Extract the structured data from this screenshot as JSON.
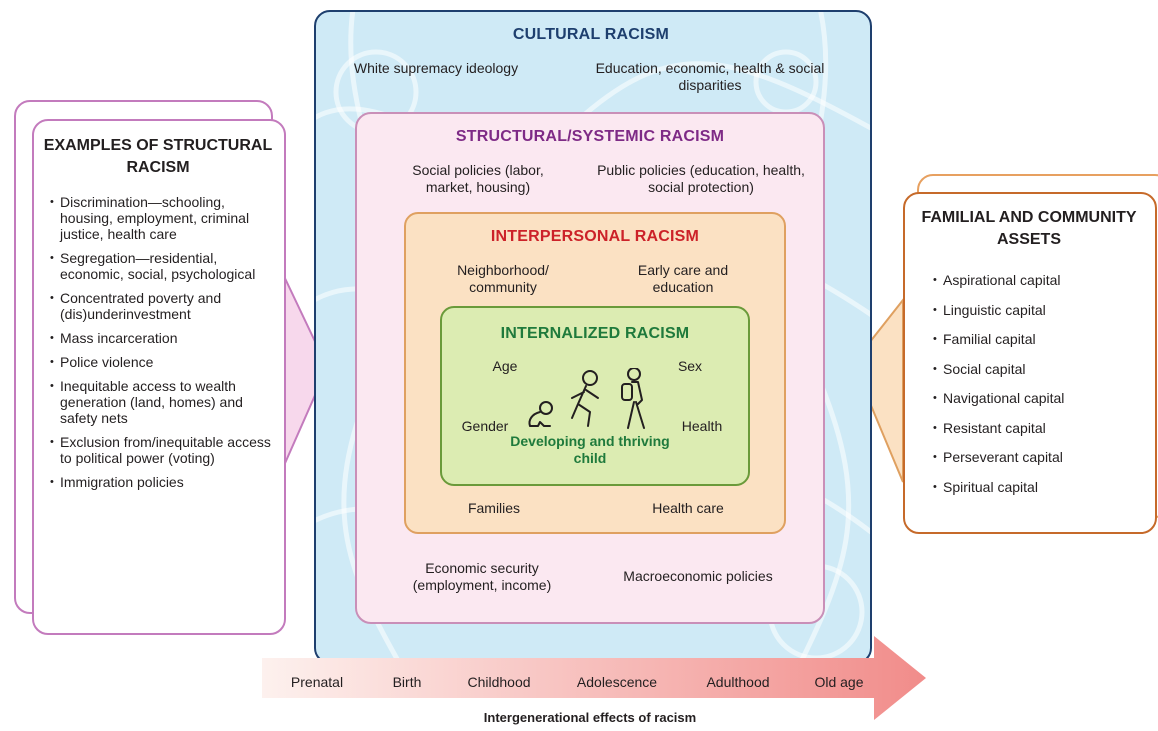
{
  "cultural": {
    "title": "CULTURAL RACISM",
    "items": [
      "White supremacy ideology",
      "Education, economic, health & social disparities"
    ]
  },
  "structural": {
    "title": "STRUCTURAL/SYSTEMIC RACISM",
    "items": [
      "Social policies (labor, market, housing)",
      "Public policies (education, health, social protection)",
      "Economic security (employment, income)",
      "Macroeconomic policies"
    ]
  },
  "interpersonal": {
    "title": "INTERPERSONAL RACISM",
    "items": [
      "Neighborhood/ community",
      "Early care and education",
      "Families",
      "Health care"
    ]
  },
  "internalized": {
    "title": "INTERNALIZED RACISM",
    "items": [
      "Age",
      "Sex",
      "Gender",
      "Health"
    ],
    "center_label": "Developing and thriving child"
  },
  "examples": {
    "title": "EXAMPLES OF STRUCTURAL RACISM",
    "items": [
      "Discrimination—schooling, housing, employment, criminal justice, health care",
      "Segregation—residential, economic, social, psychological",
      "Concentrated poverty and (dis)underinvestment",
      "Mass incarceration",
      "Police violence",
      "Inequitable access to wealth generation (land, homes) and safety nets",
      "Exclusion from/inequitable access to political power (voting)",
      "Immigration policies"
    ]
  },
  "assets": {
    "title": "FAMILIAL AND COMMUNITY ASSETS",
    "items": [
      "Aspirational capital",
      "Linguistic capital",
      "Familial capital",
      "Social capital",
      "Navigational capital",
      "Resistant capital",
      "Perseverant capital",
      "Spiritual capital"
    ]
  },
  "timeline": {
    "stages": [
      "Prenatal",
      "Birth",
      "Childhood",
      "Adolescence",
      "Adulthood",
      "Old age"
    ],
    "caption": "Intergenerational effects of racism"
  },
  "colors": {
    "cultural": "#1e3f6e",
    "structural": "#7e2a86",
    "interpersonal": "#cc2229",
    "internalized": "#1f7a3c"
  }
}
